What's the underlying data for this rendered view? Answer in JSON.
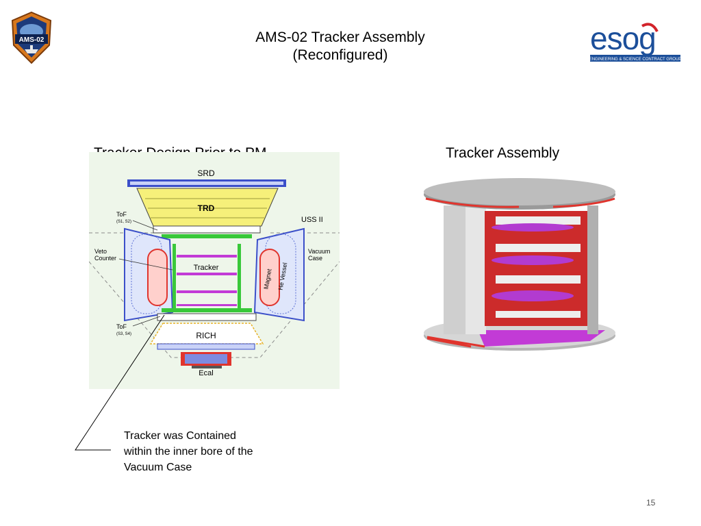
{
  "title": {
    "line1": "AMS-02 Tracker Assembly",
    "line2": "(Reconfigured)"
  },
  "left_caption": "Tracker Design Prior to PM",
  "right_caption": "Tracker Assembly",
  "note": {
    "line1": "Tracker was Contained",
    "line2": "within the inner bore of the",
    "line3": "Vacuum Case"
  },
  "page_number": "15",
  "logos": {
    "ams_badge_text": "AMS-02",
    "esg_wordmark": "esog",
    "esg_tagline": "ENGINEERING & SCIENCE CONTRACT GROUP"
  },
  "diagram_labels": {
    "srd": "SRD",
    "trd": "TRD",
    "tof_upper": "ToF",
    "tof_upper_sub": "(S1, S2)",
    "uss": "USS II",
    "veto_line1": "Veto",
    "veto_line2": "Counter",
    "tracker": "Tracker",
    "magnet": "Magnet",
    "he_vessel": "He Vessel",
    "vacuum_line1": "Vacuum",
    "vacuum_line2": "Case",
    "tof_lower": "ToF",
    "tof_lower_sub": "(S3, S4)",
    "rich": "RICH",
    "ecal": "Ecal"
  },
  "colors": {
    "trd_yellow": "#f6f07a",
    "tracker_purple": "#c23bd6",
    "magnet_red": "#e0342d",
    "tof_green": "#39c83a",
    "structure_blue": "#3b4fc9",
    "shell_gray": "#c8c8c8",
    "diagram_bg": "#eef6ea"
  }
}
